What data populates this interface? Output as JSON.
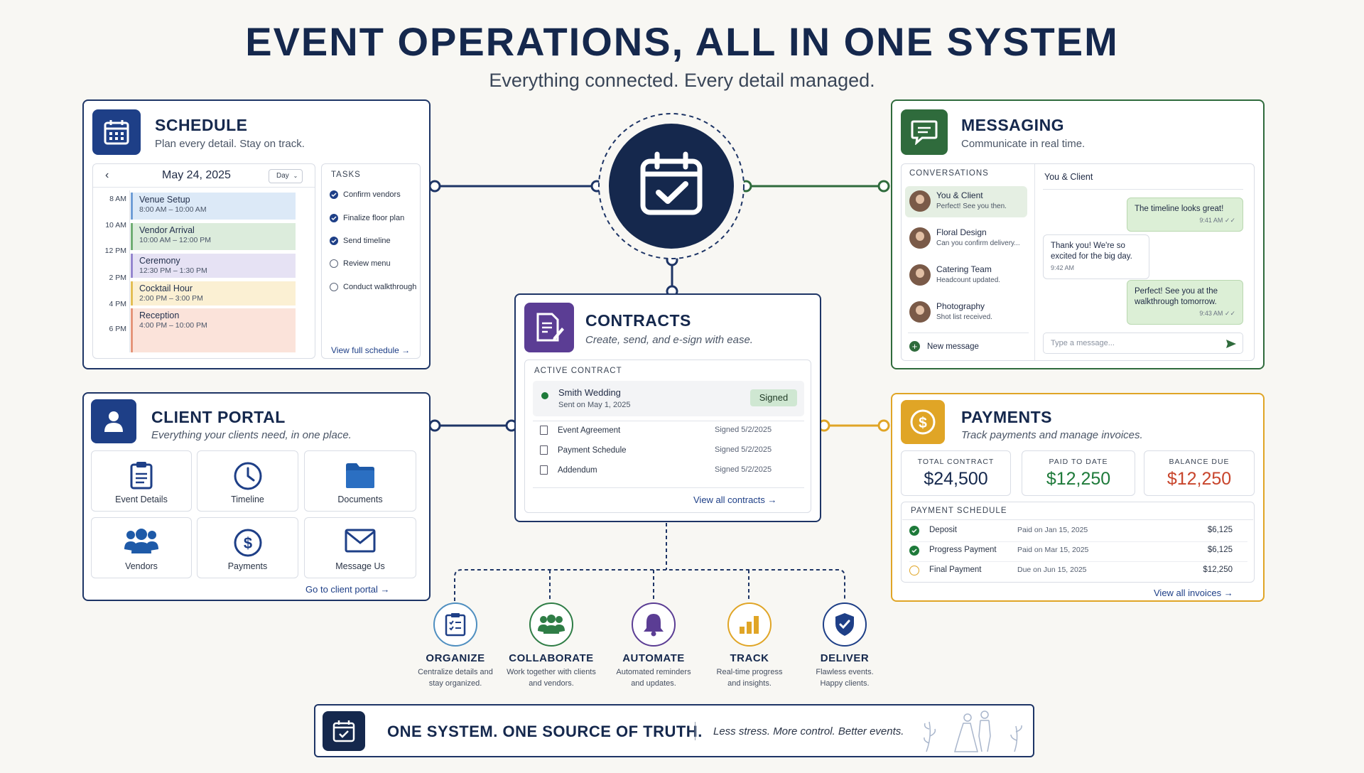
{
  "header": {
    "title": "EVENT OPERATIONS, ALL IN ONE SYSTEM",
    "subtitle": "Everything connected. Every detail managed."
  },
  "schedule": {
    "title": "SCHEDULE",
    "subtitle": "Plan every detail. Stay on track.",
    "date": "May 24, 2025",
    "view_select": "Day",
    "hours": [
      "8 AM",
      "10 AM",
      "12 PM",
      "2 PM",
      "4 PM",
      "6 PM"
    ],
    "events": [
      {
        "name": "Venue Setup",
        "time": "8:00 AM – 10:00 AM",
        "color": "#dce9f7",
        "accent": "#6f9ed6"
      },
      {
        "name": "Vendor Arrival",
        "time": "10:00 AM – 12:00 PM",
        "color": "#dcecdc",
        "accent": "#6fae73"
      },
      {
        "name": "Ceremony",
        "time": "12:30 PM – 1:30 PM",
        "color": "#e6e2f4",
        "accent": "#9586cf"
      },
      {
        "name": "Cocktail Hour",
        "time": "2:00 PM – 3:00 PM",
        "color": "#fbf0d3",
        "accent": "#e3bf55"
      },
      {
        "name": "Reception",
        "time": "4:00 PM – 10:00 PM",
        "color": "#fbe3da",
        "accent": "#e5957a"
      }
    ],
    "tasks_label": "TASKS",
    "tasks": [
      {
        "label": "Confirm vendors",
        "done": true
      },
      {
        "label": "Finalize floor plan",
        "done": true
      },
      {
        "label": "Send timeline",
        "done": true
      },
      {
        "label": "Review menu",
        "done": false
      },
      {
        "label": "Conduct walkthrough",
        "done": false
      }
    ],
    "link": "View full schedule →"
  },
  "client_portal": {
    "title": "CLIENT PORTAL",
    "subtitle": "Everything your clients need, in one place.",
    "tiles": [
      "Event Details",
      "Timeline",
      "Documents",
      "Vendors",
      "Payments",
      "Message Us"
    ],
    "link": "Go to client portal →"
  },
  "contracts": {
    "title": "CONTRACTS",
    "subtitle": "Create, send, and e-sign with ease.",
    "active_label": "ACTIVE CONTRACT",
    "active_name": "Smith Wedding",
    "active_sent": "Sent on May 1, 2025",
    "active_status": "Signed",
    "documents": [
      {
        "name": "Event Agreement",
        "status": "Signed  5/2/2025"
      },
      {
        "name": "Payment Schedule",
        "status": "Signed  5/2/2025"
      },
      {
        "name": "Addendum",
        "status": "Signed  5/2/2025"
      }
    ],
    "link": "View all contracts →"
  },
  "messaging": {
    "title": "MESSAGING",
    "subtitle": "Communicate in real time.",
    "conversations_label": "CONVERSATIONS",
    "conversations": [
      {
        "name": "You & Client",
        "preview": "Perfect! See you then."
      },
      {
        "name": "Floral Design",
        "preview": "Can you confirm delivery..."
      },
      {
        "name": "Catering Team",
        "preview": "Headcount updated."
      },
      {
        "name": "Photography",
        "preview": "Shot list received."
      }
    ],
    "new_message": "New message",
    "thread_title": "You & Client",
    "messages": [
      {
        "text": "The timeline looks great!",
        "time": "9:41 AM ✓✓"
      },
      {
        "text": "Thank you! We're so excited for the big day.",
        "time": "9:42 AM"
      },
      {
        "text": "Perfect! See you at the walkthrough tomorrow.",
        "time": "9:43 AM ✓✓"
      }
    ],
    "input_placeholder": "Type a message..."
  },
  "payments": {
    "title": "PAYMENTS",
    "subtitle": "Track payments and manage invoices.",
    "total_label": "TOTAL CONTRACT",
    "total_value": "$24,500",
    "paid_label": "PAID TO DATE",
    "paid_value": "$12,250",
    "balance_label": "BALANCE DUE",
    "balance_value": "$12,250",
    "schedule_label": "PAYMENT SCHEDULE",
    "schedule": [
      {
        "name": "Deposit",
        "status": "Paid on Jan 15, 2025",
        "amount": "$6,125",
        "paid": true
      },
      {
        "name": "Progress Payment",
        "status": "Paid on Mar 15, 2025",
        "amount": "$6,125",
        "paid": true
      },
      {
        "name": "Final Payment",
        "status": "Due on Jun 15, 2025",
        "amount": "$12,250",
        "paid": false
      }
    ],
    "link": "View all invoices →"
  },
  "features": [
    {
      "label": "ORGANIZE",
      "desc1": "Centralize details and",
      "desc2": "stay organized.",
      "color": "#4f8fc0"
    },
    {
      "label": "COLLABORATE",
      "desc1": "Work together with clients",
      "desc2": "and vendors.",
      "color": "#2f7d46"
    },
    {
      "label": "AUTOMATE",
      "desc1": "Automated reminders",
      "desc2": "and updates.",
      "color": "#5b3d94"
    },
    {
      "label": "TRACK",
      "desc1": "Real-time progress",
      "desc2": "and insights.",
      "color": "#e0a526"
    },
    {
      "label": "DELIVER",
      "desc1": "Flawless events.",
      "desc2": "Happy clients.",
      "color": "#1e3f87"
    }
  ],
  "footer": {
    "headline": "ONE SYSTEM. ONE SOURCE OF TRUTH.",
    "tagline": "Less stress. More control. Better events."
  },
  "colors": {
    "navy": "#15284d",
    "schedule_accent": "#1e3f87",
    "messaging_accent": "#2f6b3c",
    "contracts_accent": "#5b3d94",
    "payments_accent": "#e0a526",
    "paid_green": "#1e7a3a",
    "balance_red": "#c8452c"
  }
}
